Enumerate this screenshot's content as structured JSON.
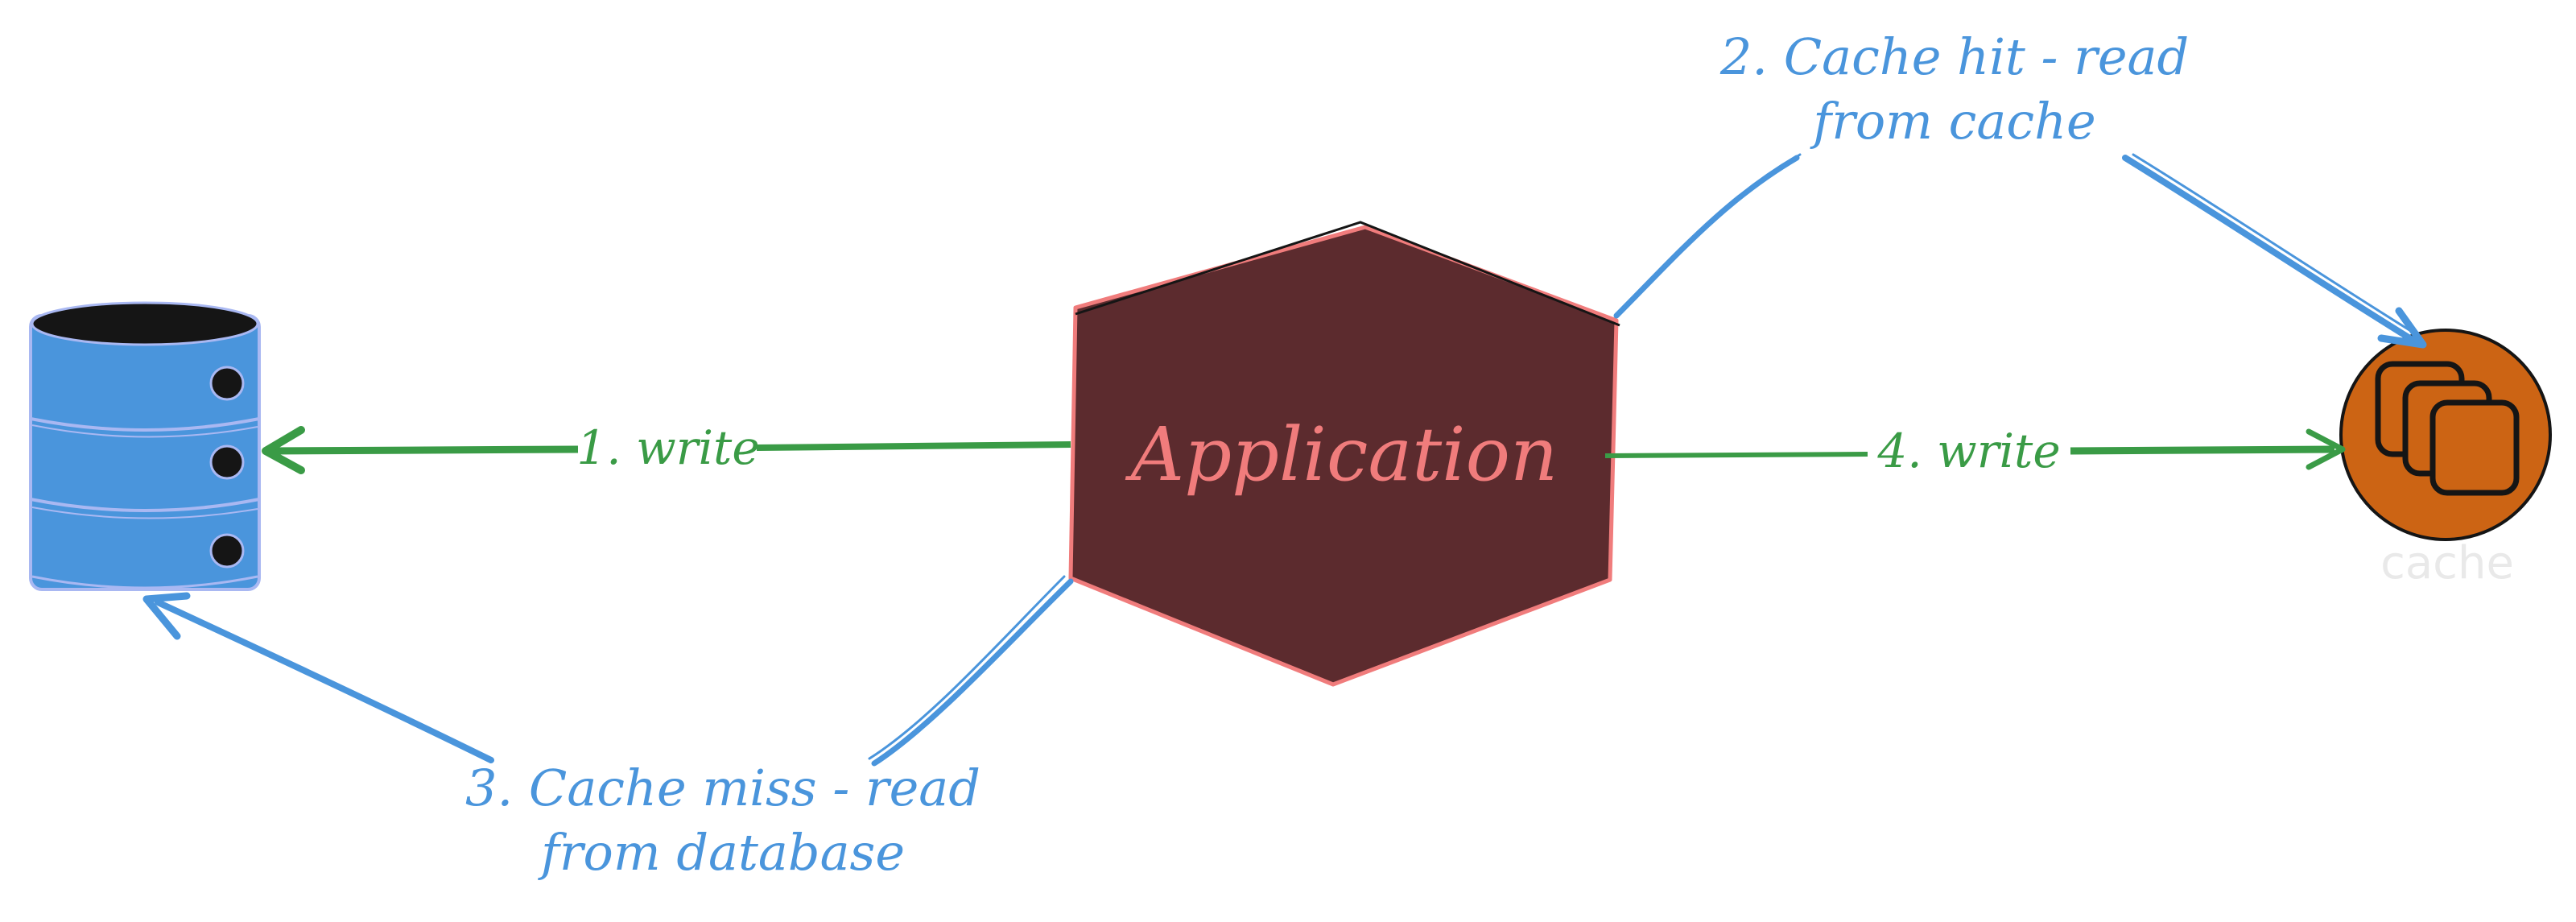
{
  "colors": {
    "blue": "#4a95dc",
    "blue_light": "#a9b8f2",
    "green": "#3a9b46",
    "app_fill": "#5c2b2e",
    "app_stroke": "#f07c7c",
    "app_text": "#f07c7c",
    "db_fill": "#4a95dc",
    "db_top": "#151515",
    "cache_fill": "#cc6414",
    "cache_outline": "#151515",
    "cache_label": "#e9e9e9"
  },
  "nodes": {
    "application": {
      "label": "Application"
    },
    "database": {
      "icon": "database-icon"
    },
    "cache": {
      "icon": "cache-icon",
      "label": "cache"
    }
  },
  "edges": {
    "write_db": {
      "label": "1. write"
    },
    "cache_hit": {
      "label_line1": "2. Cache hit - read",
      "label_line2": "from cache"
    },
    "cache_miss": {
      "label_line1": "3. Cache miss - read",
      "label_line2": "from database"
    },
    "write_cache": {
      "label": "4. write"
    }
  }
}
